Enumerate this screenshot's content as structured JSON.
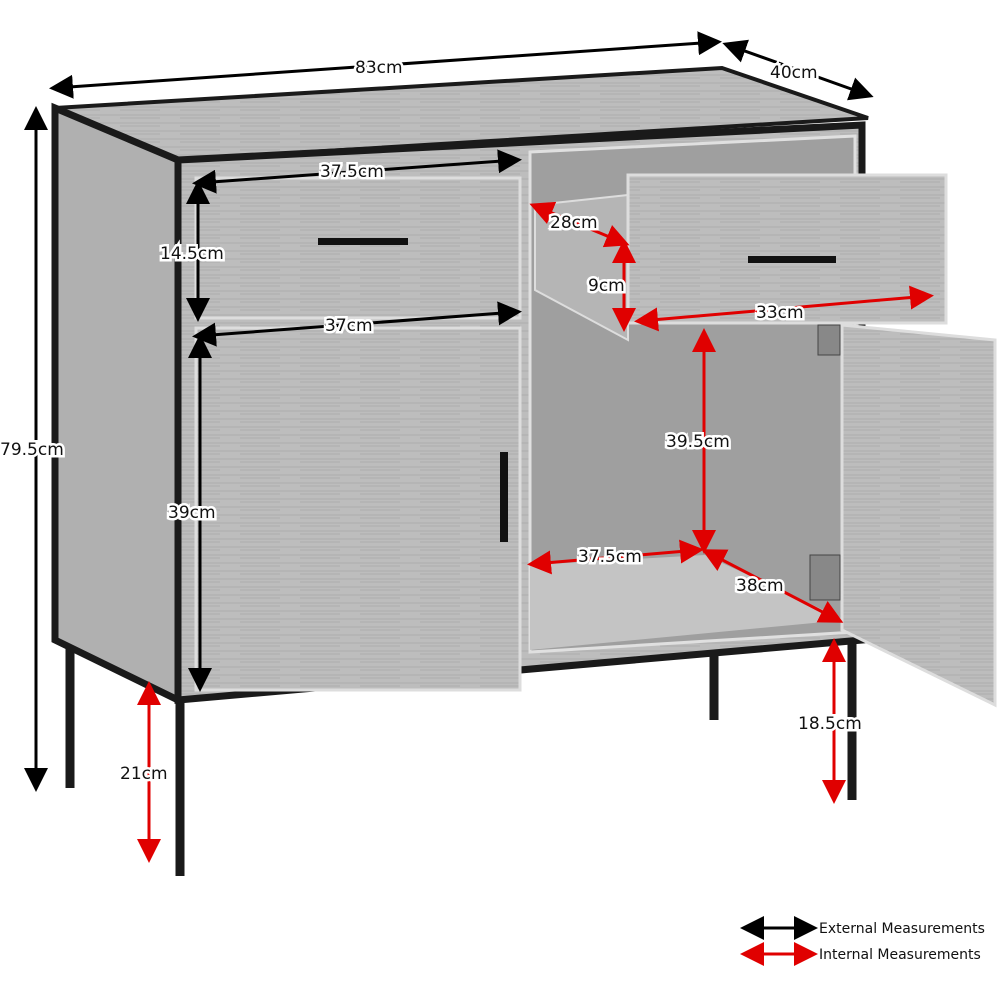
{
  "colors": {
    "external": "#000000",
    "internal": "#e00000",
    "wood": "#b9b9b9",
    "wood_dark": "#9a9a9a",
    "frame": "#1a1a1a"
  },
  "external": {
    "width": "83cm",
    "depth": "40cm",
    "height": "79.5cm",
    "drawer_width": "37.5cm",
    "drawer_height": "14.5cm",
    "door_width": "37cm",
    "door_height": "39cm",
    "leg_height": "21cm"
  },
  "internal": {
    "drawer_depth": "28cm",
    "drawer_height": "9cm",
    "drawer_width": "33cm",
    "compartment_height": "39.5cm",
    "compartment_width": "37.5cm",
    "compartment_depth": "38cm",
    "clearance": "18.5cm"
  },
  "legend": {
    "external": "External Measurements",
    "internal": "Internal Measurements"
  }
}
